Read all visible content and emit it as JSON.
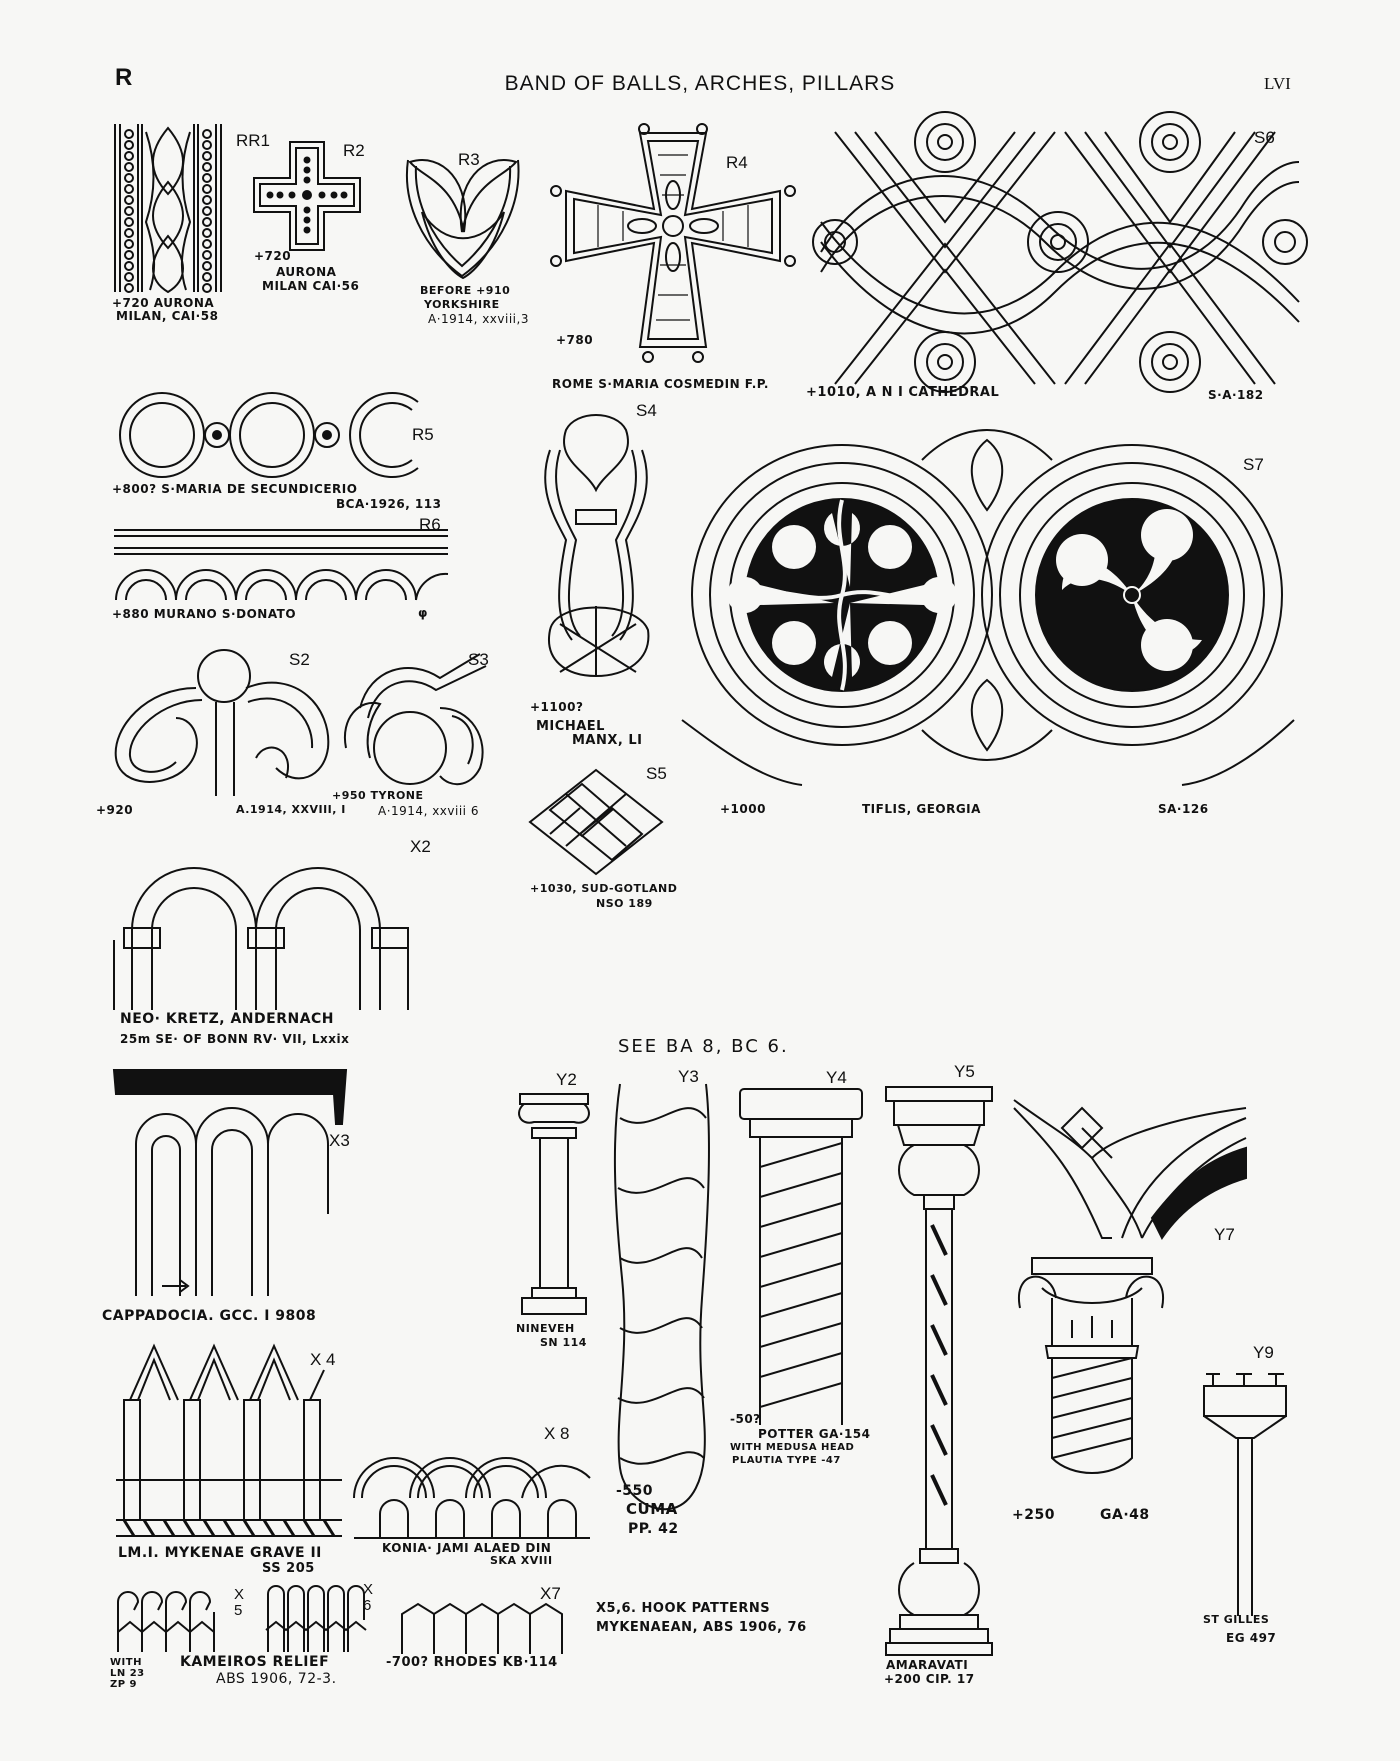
{
  "header": {
    "letter": "R",
    "title": "BAND OF BALLS, ARCHES, PILLARS",
    "plate": "LVI"
  },
  "figures": {
    "rr1": {
      "code": "RR1",
      "caption": [
        "+720 AURONA",
        "MILAN, CAI·58"
      ]
    },
    "r2": {
      "code": "R2",
      "caption": [
        "+720",
        "AURONA",
        "MILAN CAI·56"
      ]
    },
    "r3": {
      "code": "R3",
      "caption": [
        "BEFORE +910",
        "YORKSHIRE",
        "A·1914, xxviii,3"
      ]
    },
    "r4": {
      "code": "R4",
      "date": "+780",
      "caption": "ROME S·MARIA COSMEDIN F.P."
    },
    "s6": {
      "code": "S6",
      "caption": "+1010, A N I CATHEDRAL",
      "ref": "S·A·182"
    },
    "r5": {
      "code": "R5",
      "caption": [
        "+800? S·MARIA DE SECUNDICERIO",
        "BCA·1926, 113"
      ]
    },
    "r6": {
      "code": "R6",
      "caption": "+880 MURANO S·DONATO",
      "mark": "φ"
    },
    "s4": {
      "code": "S4",
      "caption": [
        "+1100?",
        "MICHAEL",
        "MANX, LI"
      ]
    },
    "s7": {
      "code": "S7",
      "date": "+1000",
      "caption": "TIFLIS, GEORGIA",
      "ref": "SA·126"
    },
    "s2": {
      "code": "S2",
      "date": "+920",
      "caption": "A.1914, XXVIII, I"
    },
    "s3": {
      "code": "S3",
      "caption": [
        "+950 TYRONE",
        "A·1914, xxviii 6"
      ]
    },
    "s5": {
      "code": "S5",
      "caption": [
        "+1030, SUD-GOTLAND",
        "NSO 189"
      ]
    },
    "x2": {
      "code": "X2",
      "caption": [
        "NEO· KRETZ, ANDERNACH",
        "25m SE· OF BONN RV· VII, Lxxix"
      ]
    },
    "see_also": "SEE BA 8, BC 6.",
    "x3": {
      "code": "X3",
      "caption": "CAPPADOCIA. GCC. I 9808"
    },
    "y2": {
      "code": "Y2",
      "caption": [
        "NINEVEH",
        "SN 114"
      ]
    },
    "y3": {
      "code": "Y3",
      "caption": [
        "-550",
        "CUMA",
        "PP. 42"
      ]
    },
    "y4": {
      "code": "Y4",
      "caption": [
        "-50?",
        "POTTER GA·154",
        "WITH MEDUSA HEAD",
        "PLAUTIA TYPE -47"
      ]
    },
    "y5": {
      "code": "Y5",
      "caption": [
        "AMARAVATI",
        "+200 CIP. 17"
      ]
    },
    "y7": {
      "code": "Y7",
      "date": "+250",
      "caption": "GA·48"
    },
    "y9": {
      "code": "Y9",
      "caption": [
        "ST GILLES",
        "EG 497"
      ]
    },
    "x4": {
      "code": "X 4",
      "caption": [
        "LM.I. MYKENAE GRAVE II",
        "SS 205"
      ]
    },
    "x8": {
      "code": "X 8",
      "caption": [
        "KONIA· JAMI ALAED DIN",
        "SKA XVIII"
      ]
    },
    "x5": {
      "code": "X 5",
      "caption": [
        "WITH",
        "LN 23",
        "ZP 9"
      ]
    },
    "x6": {
      "code": "X 6",
      "caption": [
        "KAMEIROS RELIEF",
        "ABS 1906, 72-3."
      ]
    },
    "x7": {
      "code": "X7",
      "caption": "-700? RHODES KB·114"
    },
    "x56": {
      "caption": [
        "X5,6. HOOK PATTERNS",
        "MYKENAEAN, ABS 1906, 76"
      ]
    }
  }
}
